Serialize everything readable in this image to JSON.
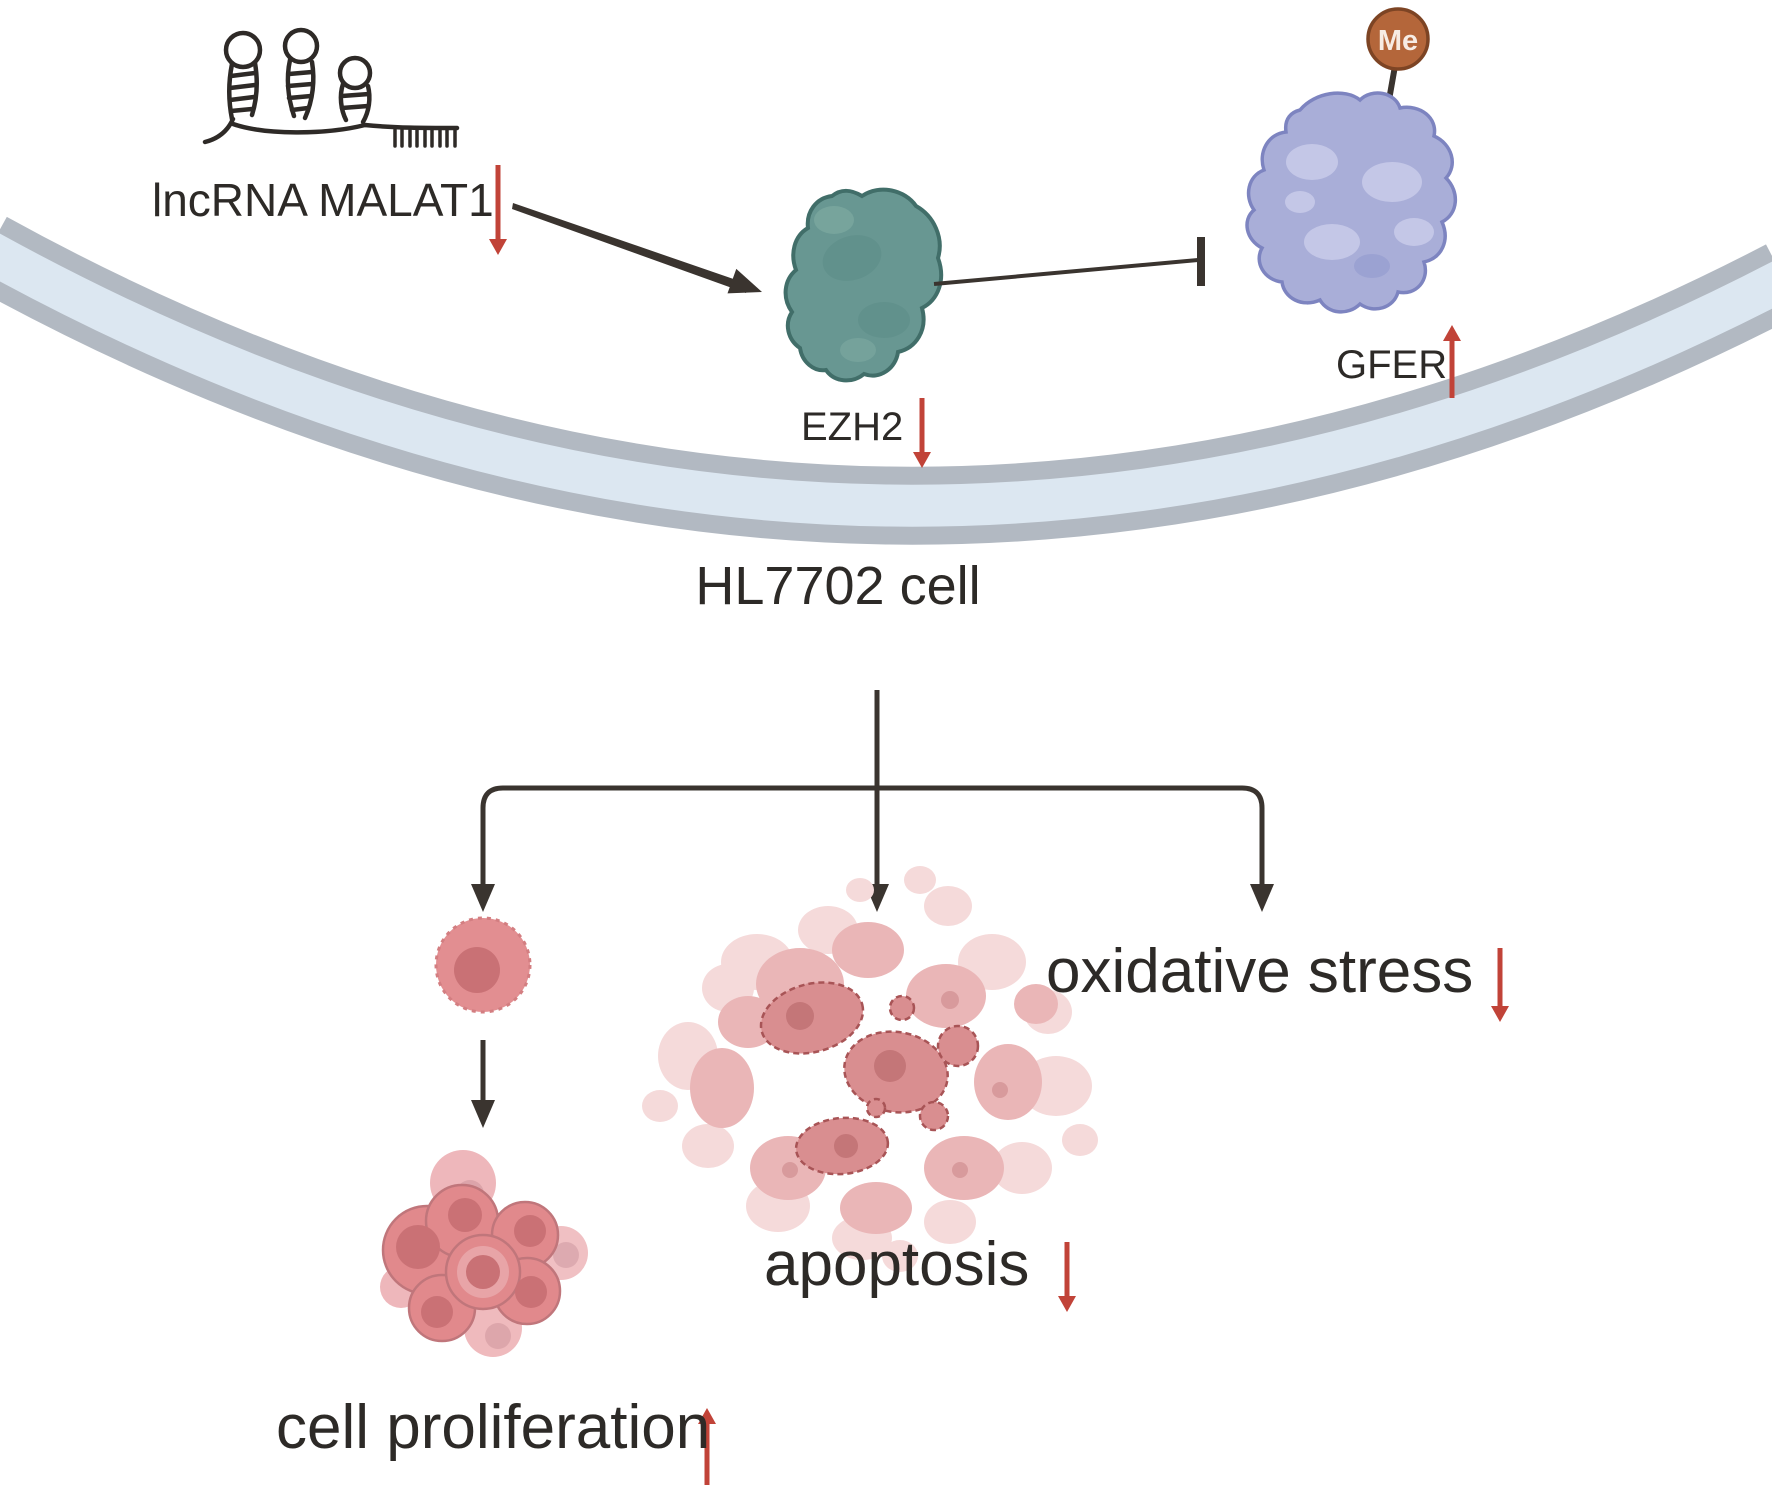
{
  "diagram": {
    "cell_label": "HL7702 cell",
    "molecules": {
      "lncrna": {
        "label": "lncRNA MALAT1",
        "regulation": "decreased"
      },
      "ezh2": {
        "label": "EZH2",
        "regulation": "decreased"
      },
      "gfer": {
        "label": "GFER",
        "regulation": "increased"
      },
      "methyl": {
        "label": "Me"
      }
    },
    "outcomes": {
      "proliferation": {
        "label": "cell proliferation",
        "regulation": "increased"
      },
      "apoptosis": {
        "label": "apoptosis",
        "regulation": "decreased"
      },
      "oxidative": {
        "label": "oxidative stress",
        "regulation": "decreased"
      }
    },
    "relations": [
      {
        "from": "lncRNA MALAT1",
        "to": "EZH2",
        "type": "activation-arrow"
      },
      {
        "from": "EZH2",
        "to": "GFER",
        "type": "inhibition-bar"
      },
      {
        "from": "HL7702 cell",
        "to": "cell proliferation",
        "type": "arrow"
      },
      {
        "from": "HL7702 cell",
        "to": "apoptosis",
        "type": "arrow"
      },
      {
        "from": "HL7702 cell",
        "to": "oxidative stress",
        "type": "arrow"
      }
    ],
    "icons": {
      "lncrna": "rna-hairpin-icon",
      "ezh2": "protein-blob-icon",
      "gfer": "protein-blob-icon",
      "methyl": "methyl-circle-icon",
      "membrane": "cell-membrane-arc",
      "up_arrow_glyph": "↑",
      "down_arrow_glyph": "↓"
    },
    "colors": {
      "red_arrow": "#c14338",
      "black_line": "#3a342f",
      "text": "#2d2a27",
      "membrane_outer": "#b2b9c2",
      "membrane_inner": "#dce7f1",
      "ezh2_fill": "#689792",
      "ezh2_border": "#416e69",
      "gfer_fill": "#a9aed8",
      "gfer_border": "#7d84c0",
      "methyl_fill": "#b4663a",
      "methyl_border": "#7d4424",
      "cell_body_pink": "#e28e91",
      "cell_nucleus_pink": "#c97175",
      "apoptosis_light": "#f5dada",
      "apoptosis_mid": "#eab6b7",
      "apoptosis_core": "#d98e90"
    }
  }
}
